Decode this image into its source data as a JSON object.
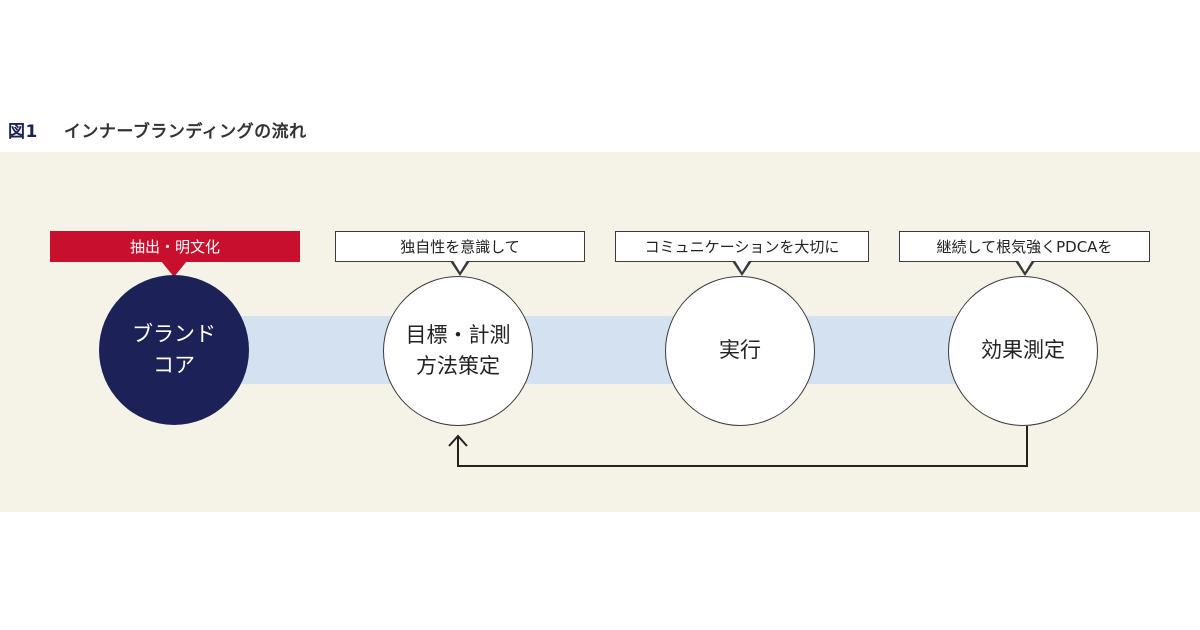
{
  "figure": {
    "number": "図1",
    "title": "インナーブランディングの流れ"
  },
  "core": {
    "label": "抽出・明文化",
    "line1": "ブランド",
    "line2": "コア"
  },
  "steps": [
    {
      "callout": "独自性を意識して",
      "line1": "目標・計測",
      "line2": "方法策定"
    },
    {
      "callout": "コミュニケーションを大切に",
      "line1": "実行"
    },
    {
      "callout": "継続して根気強くPDCAを",
      "line1": "効果測定"
    }
  ],
  "colors": {
    "core": "#1c2257",
    "label_red": "#c8102e",
    "band": "#d4e1f1",
    "panel": "#f5f2e7"
  }
}
